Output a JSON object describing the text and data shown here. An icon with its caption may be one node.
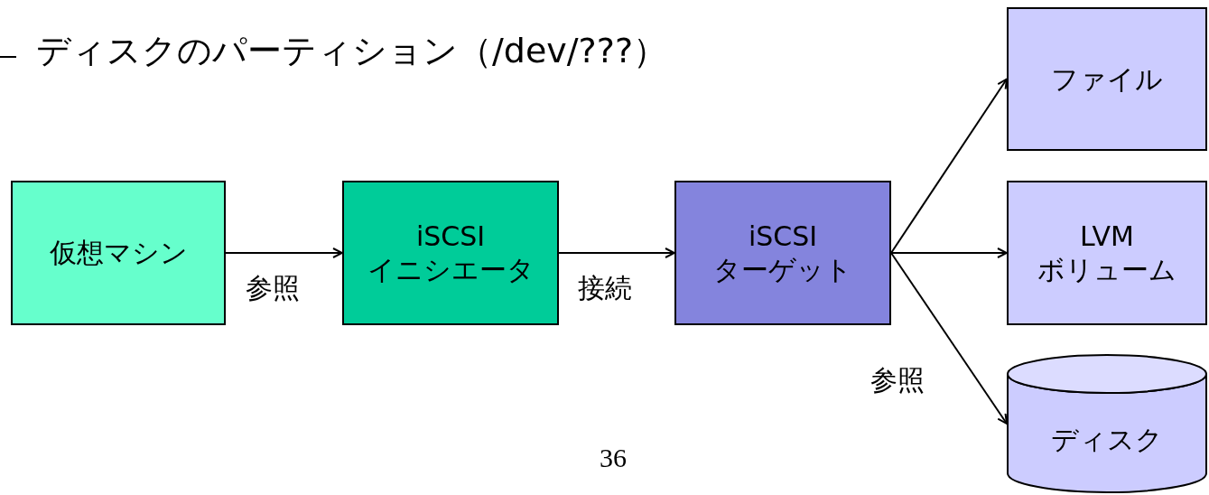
{
  "diagram": {
    "nodes": [
      {
        "text": [
          "仮想マシン"
        ]
      },
      {
        "text": [
          "iSCSI イニシエータ"
        ]
      },
      {
        "text": [
          "iSCSI ターゲット"
        ]
      },
      {
        "text": [
          "ファイル"
        ]
      },
      {
        "text": [
          "LVM ボリューム"
        ]
      },
      {
        "text": [
          "ディスク"
        ]
      }
    ],
    "edges": [
      {
        "from": 0,
        "to": 1,
        "arrow": "to",
        "label": "参照"
      },
      {
        "from": 1,
        "to": 2,
        "arrow": "to",
        "label": "接続"
      },
      {
        "from": 2,
        "to": 3,
        "arrow": "to"
      },
      {
        "from": 2,
        "to": 4,
        "arrow": "to"
      },
      {
        "from": 2,
        "to": 5,
        "arrow": "to",
        "label": "参照"
      }
    ],
    "labels": [
      "ディスクのパーティション（/dev/???）",
      "36"
    ]
  }
}
